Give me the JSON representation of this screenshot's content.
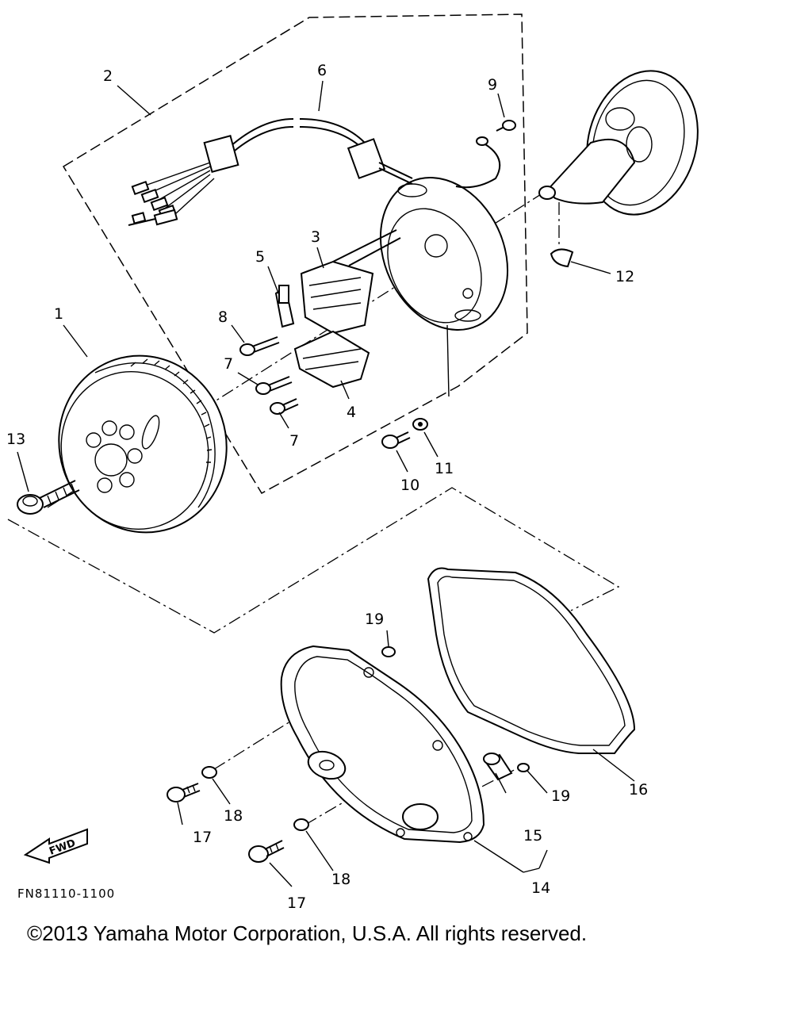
{
  "labels": {
    "l1": "1",
    "l2": "2",
    "l3": "3",
    "l4": "4",
    "l5": "5",
    "l6": "6",
    "l7a": "7",
    "l7b": "7",
    "l8": "8",
    "l9": "9",
    "l10": "10",
    "l11": "11",
    "l12": "12",
    "l13": "13",
    "l14": "14",
    "l15": "15",
    "l16": "16",
    "l17a": "17",
    "l17b": "17",
    "l18a": "18",
    "l18b": "18",
    "l19a": "19",
    "l19b": "19"
  },
  "fwd_label": "FWD",
  "figure_code": "FN81110-1100",
  "copyright": "©2013 Yamaha Motor Corporation, U.S.A. All rights reserved."
}
